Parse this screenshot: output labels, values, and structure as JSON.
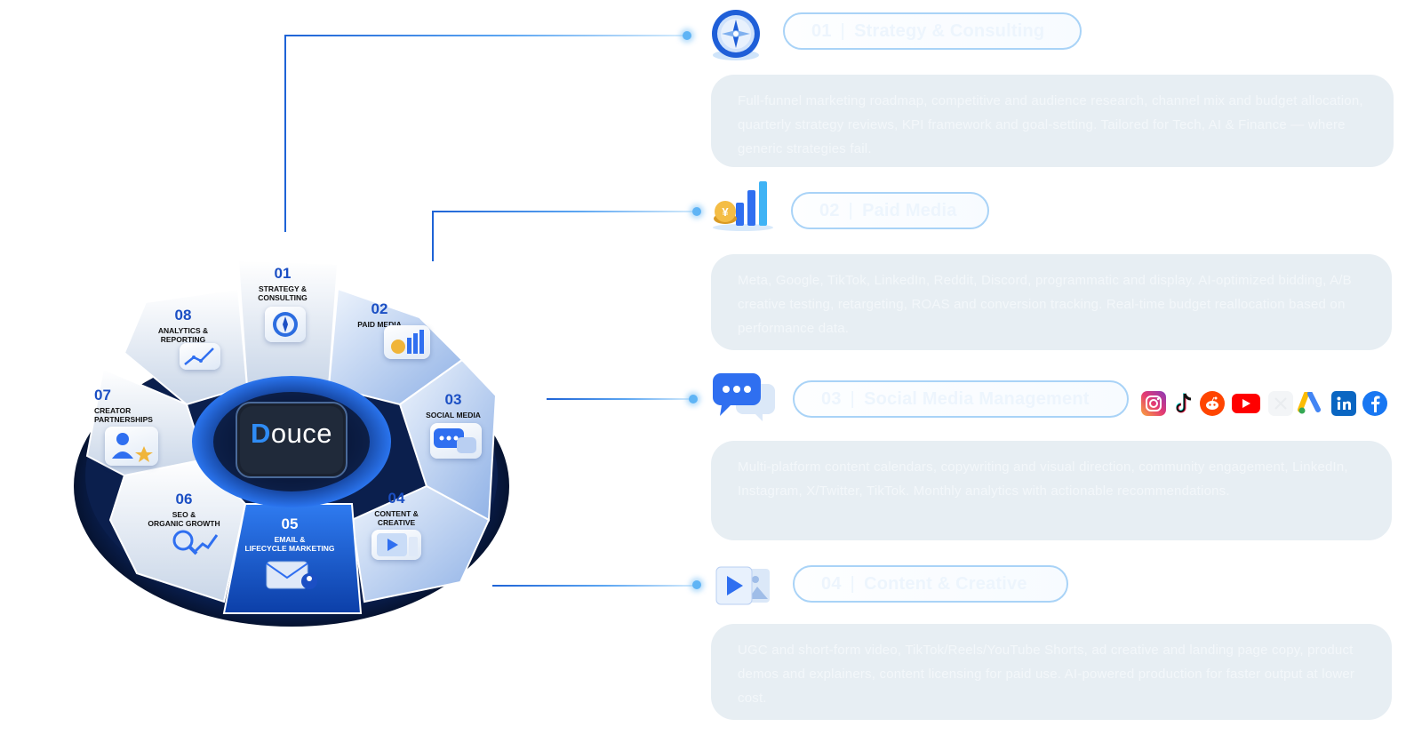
{
  "brand": {
    "logo_text": "Douce",
    "logo_initial": "D",
    "logo_rest": "ouce"
  },
  "wheel": {
    "segments": [
      {
        "number": "01",
        "label_line1": "STRATEGY &",
        "label_line2": "CONSULTING"
      },
      {
        "number": "02",
        "label_line1": "PAID MEDIA",
        "label_line2": ""
      },
      {
        "number": "03",
        "label_line1": "SOCIAL MEDIA",
        "label_line2": ""
      },
      {
        "number": "04",
        "label_line1": "CONTENT &",
        "label_line2": "CREATIVE"
      },
      {
        "number": "05",
        "label_line1": "EMAIL &",
        "label_line2": "LIFECYCLE MARKETING"
      },
      {
        "number": "06",
        "label_line1": "SEO &",
        "label_line2": "ORGANIC GROWTH"
      },
      {
        "number": "07",
        "label_line1": "CREATOR",
        "label_line2": "PARTNERSHIPS"
      },
      {
        "number": "08",
        "label_line1": "ANALYTICS &",
        "label_line2": "REPORTING"
      }
    ]
  },
  "services": [
    {
      "number": "01",
      "separator": "|",
      "title": "Strategy & Consulting",
      "icon": "compass-icon",
      "description": "Full-funnel marketing roadmap, competitive and audience research, channel mix and budget allocation, quarterly strategy reviews, KPI framework and goal-setting. Tailored for Tech, AI & Finance — where generic strategies fail."
    },
    {
      "number": "02",
      "separator": "|",
      "title": "Paid Media",
      "icon": "bar-chart-coins-icon",
      "description": "Meta, Google, TikTok, LinkedIn, Reddit, Discord, programmatic and display. AI-optimized bidding, A/B creative testing, retargeting, ROAS and conversion tracking. Real-time budget reallocation based on performance data."
    },
    {
      "number": "03",
      "separator": "|",
      "title": "Social Media Management",
      "icon": "chat-bubbles-icon",
      "description": "Multi-platform content calendars, copywriting and visual direction, community engagement, LinkedIn, Instagram, X/Twitter, TikTok. Monthly analytics with actionable recommendations."
    },
    {
      "number": "04",
      "separator": "|",
      "title": "Content & Creative",
      "icon": "video-image-icon",
      "description": "UGC and short-form video, TikTok/Reels/YouTube Shorts, ad creative and landing page copy, product demos and explainers, content licensing for paid use. AI-powered production for faster output at lower cost."
    }
  ],
  "social_icons": [
    "instagram-icon",
    "tiktok-icon",
    "reddit-icon",
    "youtube-icon",
    "x-icon",
    "google-ads-icon",
    "linkedin-icon",
    "facebook-icon"
  ],
  "colors": {
    "accent": "#1e63d6",
    "light_accent": "#5fb4f5",
    "panel": "#e7eef3",
    "pill_border": "#a9d3f7"
  }
}
